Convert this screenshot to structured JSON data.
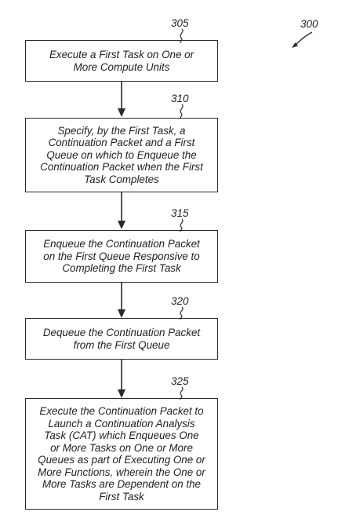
{
  "figure": {
    "number": "300"
  },
  "steps": [
    {
      "ref": "305",
      "text": "Execute a First Task on One or\nMore Compute Units"
    },
    {
      "ref": "310",
      "text": "Specify, by the First Task, a\nContinuation Packet and a First\nQueue on which to Enqueue the\nContinuation Packet when the First\nTask Completes"
    },
    {
      "ref": "315",
      "text": "Enqueue the Continuation Packet\non the First Queue Responsive to\nCompleting the First Task"
    },
    {
      "ref": "320",
      "text": "Dequeue the Continuation Packet\nfrom the First Queue"
    },
    {
      "ref": "325",
      "text": "Execute the Continuation Packet to\nLaunch a Continuation Analysis\nTask (CAT) which Enqueues One\nor More Tasks on One or More\nQueues as part of Executing One or\nMore Functions, wherein the One or\nMore Tasks are Dependent on the\nFirst Task"
    }
  ],
  "colors": {
    "stroke": "#2a2a2a",
    "text": "#222222",
    "background": "#ffffff"
  }
}
